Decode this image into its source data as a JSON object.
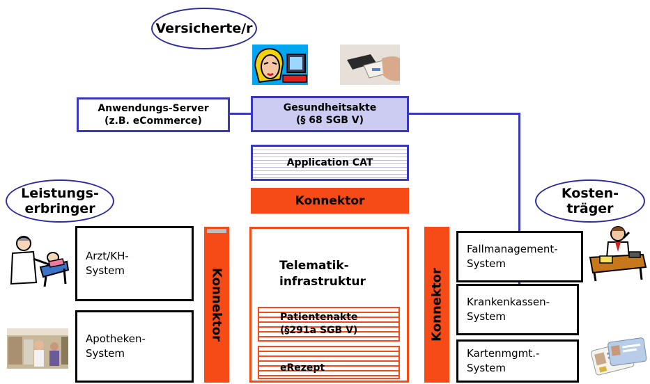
{
  "actors": {
    "versicherte": "Versicherte/r",
    "leistungserbringer_line1": "Leistungs-",
    "leistungserbringer_line2": "erbringer",
    "kostentraeger_line1": "Kosten-",
    "kostentraeger_line2": "träger"
  },
  "boxes": {
    "anwendungs_server_line1": "Anwendungs-Server",
    "anwendungs_server_line2": "(z.B. eCommerce)",
    "gesundheitsakte_line1": "Gesundheitsakte",
    "gesundheitsakte_line2": "(§ 68 SGB V)",
    "application_cat": "Application CAT",
    "konnektor_top": "Konnektor",
    "arzt_line1": "Arzt/KH-",
    "arzt_line2": "System",
    "apotheken_line1": "Apotheken-",
    "apotheken_line2": "System",
    "konnektor_left": "Konnektor",
    "konnektor_right": "Konnektor",
    "telematik_line1": "Telematik-",
    "telematik_line2": "infrastruktur",
    "patientenakte_line1": "Patientenakte",
    "patientenakte_line2": "(§291a SGB V)",
    "erezept": "eRezept",
    "fallmanagement_line1": "Fallmanagement-",
    "fallmanagement_line2": "System",
    "krankenkassen_line1": "Krankenkassen-",
    "krankenkassen_line2": "System",
    "kartenmgmt_line1": "Kartenmgmt.-",
    "kartenmgmt_line2": "System"
  },
  "colors": {
    "connector_red": "#f64a17",
    "line_blue": "#3838b8",
    "lavender": "#ccccf2"
  },
  "icons": [
    "woman-at-computer-icon",
    "card-reader-icon",
    "doctor-patient-icon",
    "pharmacy-photo-icon",
    "phone-clerk-icon",
    "health-cards-icon"
  ]
}
